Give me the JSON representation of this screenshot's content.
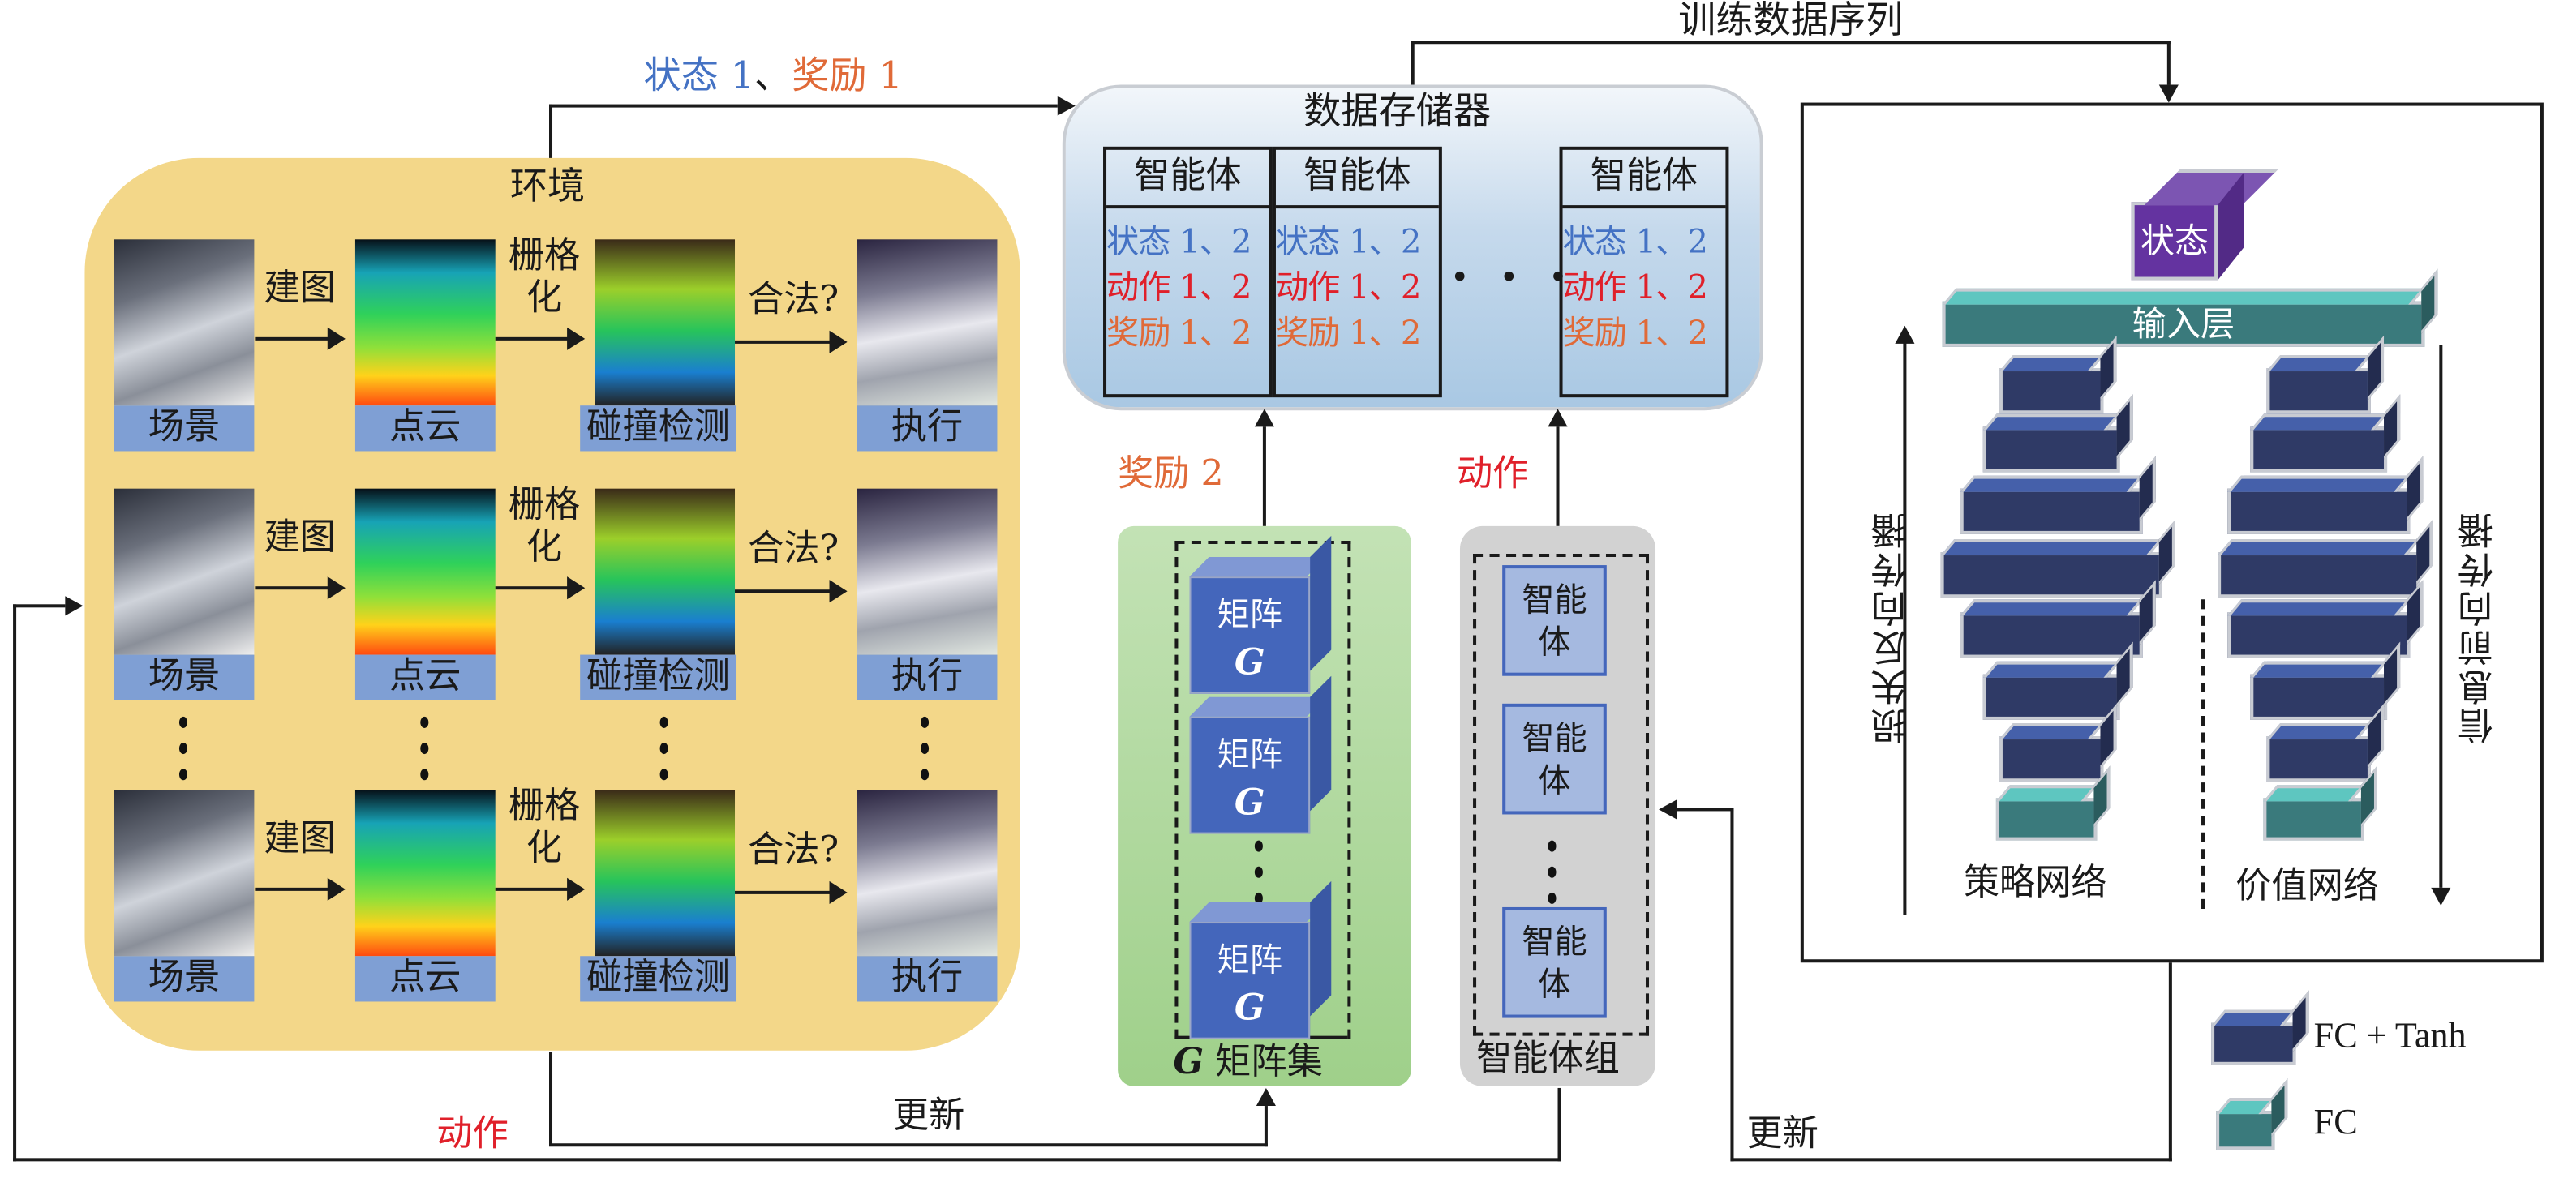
{
  "flow_labels": {
    "state1": "状态 1",
    "sep": "、",
    "reward1": "奖励 1",
    "training_sequence": "训练数据序列",
    "reward2": "奖励 2",
    "action_up": "动作",
    "update_mid": "更新",
    "action_bottom": "动作",
    "update_right": "更新"
  },
  "environment": {
    "title": "环境",
    "stages": [
      "场景",
      "点云",
      "碰撞检测",
      "执行"
    ],
    "edges": [
      "建图",
      "栅格化",
      "合法?"
    ],
    "edge_grid_line1": "栅格",
    "edge_grid_line2": "化",
    "rows": 3
  },
  "storage": {
    "title": "数据存储器",
    "agent_header": "智能体",
    "rows": [
      {
        "text": "状态 1、2",
        "color": "#4472c4"
      },
      {
        "text": "动作 1、2",
        "color": "#e0202a"
      },
      {
        "text": "奖励 1、2",
        "color": "#e06a38"
      }
    ],
    "ellipsis": "• • •"
  },
  "g_matrix_set": {
    "title_italic": "G",
    "title": "矩阵集",
    "cube_label": "矩阵",
    "cube_symbol": "G"
  },
  "agent_group": {
    "title": "智能体组",
    "agent_line1": "智能",
    "agent_line2": "体"
  },
  "network": {
    "state_label": "状态",
    "input_layer": "输入层",
    "policy_net": "策略网络",
    "value_net": "价值网络",
    "backprop": "损失反向传播",
    "forward": "信息前向传播"
  },
  "legend": {
    "items": [
      {
        "label": "FC + Tanh",
        "color": "#2f3a66"
      },
      {
        "label": "FC",
        "color": "#3a7a7c"
      }
    ]
  },
  "colors": {
    "state": "#4472c4",
    "action": "#e0202a",
    "reward": "#e06a38",
    "environment_bg": "#f3d789",
    "stage_label_bg": "#7f9fd4",
    "gset_bg": "#a9d695",
    "agent_group_bg": "#d2d2d2",
    "state_cube": "#6433a0"
  }
}
